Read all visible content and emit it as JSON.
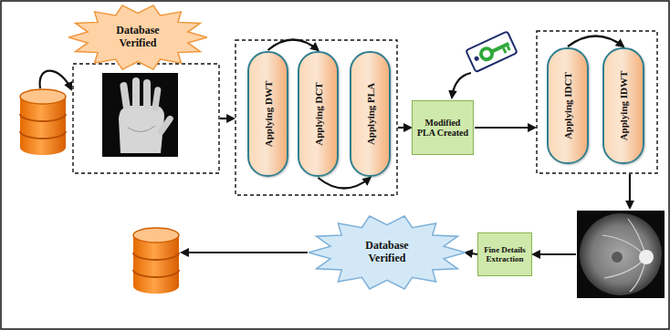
{
  "diagram": {
    "nodes": [
      {
        "text": [
          "Database Verified"
        ]
      },
      {
        "text": [
          "Applying DWT"
        ]
      },
      {
        "text": [
          "Applying DCT"
        ]
      },
      {
        "text": [
          "Applying PLA"
        ]
      },
      {
        "text": [
          "Modified PLA Created"
        ]
      },
      {
        "text": [
          "Applying IDCT"
        ]
      },
      {
        "text": [
          "Applying IDWT"
        ]
      },
      {
        "text": [
          "Fine Details Extraction"
        ]
      },
      {
        "text": [
          "Database Verified"
        ]
      }
    ],
    "edges": [
      {
        "from": 1,
        "to": 2,
        "arrow": "to"
      },
      {
        "from": 2,
        "to": 3,
        "arrow": "to"
      },
      {
        "from": 5,
        "to": 6,
        "arrow": "to"
      },
      {
        "from": 7,
        "to": 8,
        "arrow": "to"
      }
    ]
  }
}
